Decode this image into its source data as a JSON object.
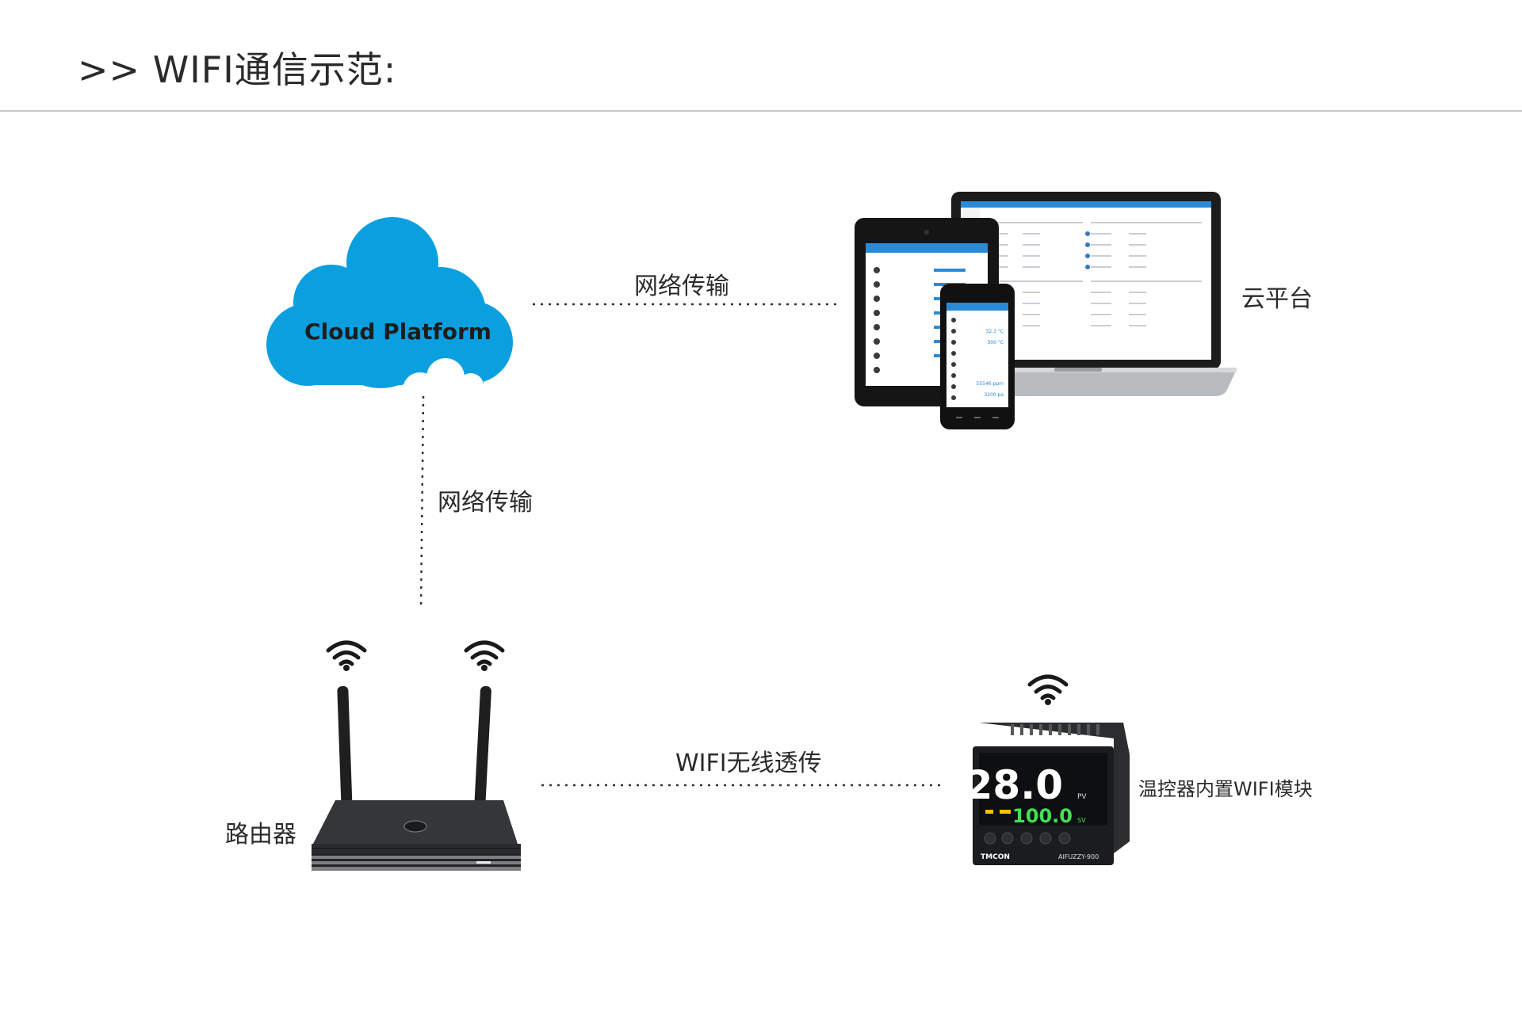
{
  "header": {
    "title": ">> WIFI通信示范:"
  },
  "cloud": {
    "label": "Cloud Platform"
  },
  "links": {
    "cloud_to_devices": "网络传输",
    "cloud_to_router": "网络传输",
    "router_to_controller": "WIFI无线透传"
  },
  "nodes": {
    "devices": "云平台",
    "router": "路由器",
    "controller": "温控器内置WIFI模块"
  },
  "controller_panel": {
    "pv_value": "28.0",
    "sv_value": "100.0",
    "pv_tag": "PV",
    "sv_tag": "SV",
    "brand": "TMCON",
    "model": "AIFUZZY-900"
  },
  "phone_screen": {
    "rows": [
      "32.3 °C",
      "300 °C",
      "55546 ppm",
      "3200 pa"
    ]
  },
  "colors": {
    "cloud": "#0aa0e0",
    "screen_header": "#2a8ad6",
    "lcd_pv": "#ffffff",
    "lcd_sv": "#42e05a"
  }
}
